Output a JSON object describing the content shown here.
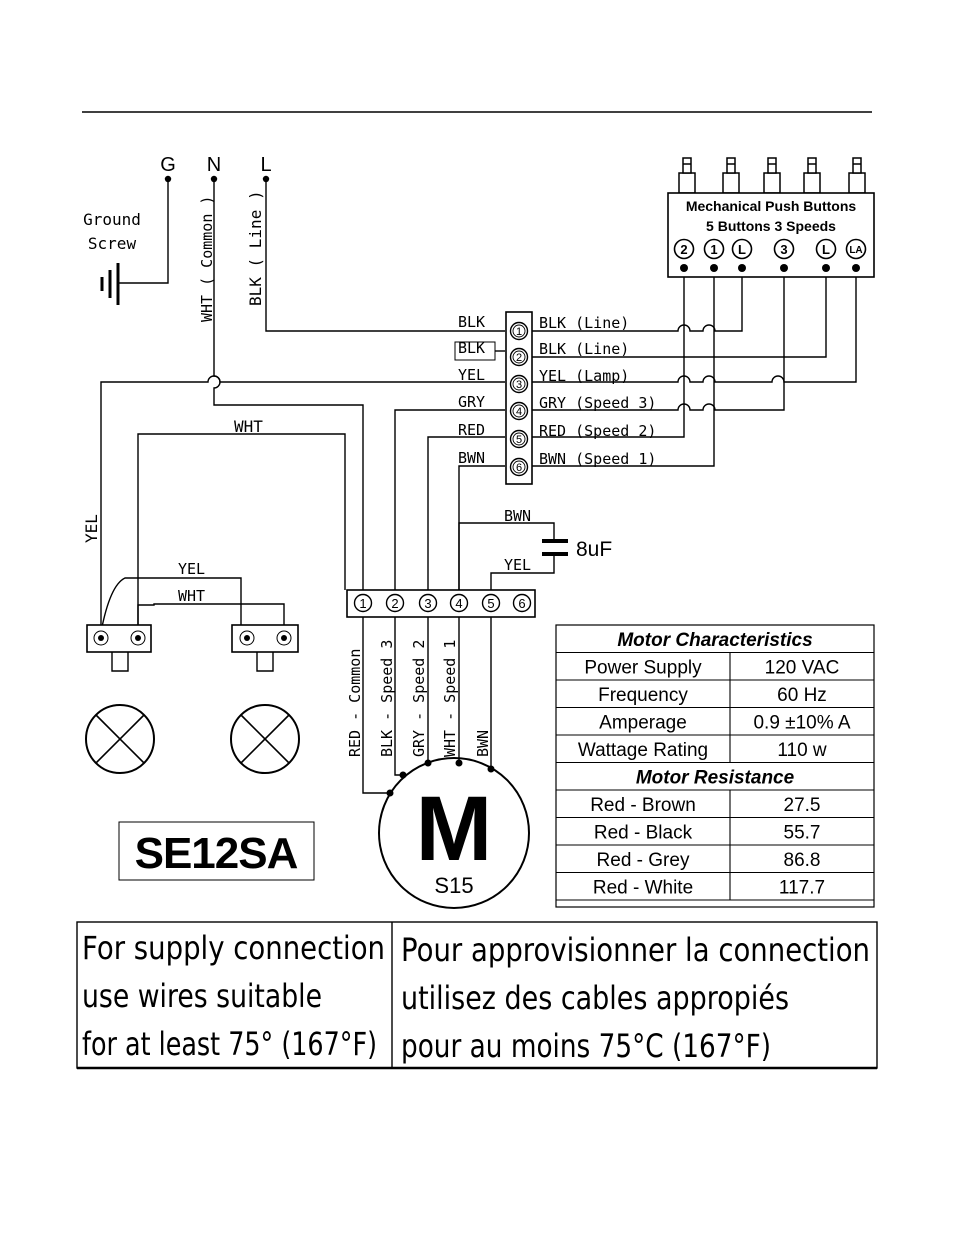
{
  "supply": {
    "g": "G",
    "n": "N",
    "l": "L",
    "ground_line1": "Ground",
    "ground_line2": "Screw",
    "wht_common": "WHT ( Common )",
    "blk_line": "BLK ( Line )"
  },
  "buttons_panel": {
    "title1": "Mechanical Push Buttons",
    "title2": "5 Buttons  3 Speeds",
    "buttons": [
      "2",
      "1",
      "L",
      "3",
      "L",
      "LA"
    ]
  },
  "terminal_block": {
    "left_labels": [
      "BLK",
      "BLK",
      "YEL",
      "GRY",
      "RED",
      "BWN"
    ],
    "numbers": [
      "1",
      "2",
      "3",
      "4",
      "5",
      "6"
    ],
    "right_labels": [
      "BLK (Line)",
      "BLK (Line)",
      "YEL (Lamp)",
      "GRY (Speed 3)",
      "RED (Speed 2)",
      "BWN (Speed 1)"
    ]
  },
  "wires": {
    "wht": "WHT",
    "yel_vertical": "YEL",
    "yel_lamp": "YEL",
    "wht_lamp": "WHT",
    "bwn_cap": "BWN",
    "yel_cap": "YEL",
    "capacitor": "8uF"
  },
  "motor_terminal": {
    "numbers": [
      "1",
      "2",
      "3",
      "4",
      "5",
      "6"
    ],
    "leads": [
      "RED - Common",
      "BLK - Speed 3",
      "GRY - Speed 2",
      "WHT - Speed 1",
      "BWN"
    ]
  },
  "motor": {
    "letter": "M",
    "model": "S15"
  },
  "model_label": "SE12SA",
  "motor_characteristics": {
    "title": "Motor Characteristics",
    "rows": [
      {
        "label": "Power Supply",
        "value": "120 VAC"
      },
      {
        "label": "Frequency",
        "value": "60 Hz"
      },
      {
        "label": "Amperage",
        "value": "0.9 ±10% A"
      },
      {
        "label": "Wattage Rating",
        "value": "110 w"
      }
    ]
  },
  "motor_resistance": {
    "title": "Motor Resistance",
    "rows": [
      {
        "label": "Red - Brown",
        "value": "27.5"
      },
      {
        "label": "Red - Black",
        "value": "55.7"
      },
      {
        "label": "Red - Grey",
        "value": "86.8"
      },
      {
        "label": "Red - White",
        "value": "117.7"
      }
    ]
  },
  "notice": {
    "en": [
      "For supply connection",
      "use wires suitable",
      "for at least 75° (167°F)"
    ],
    "fr": [
      "Pour approvisionner la connection",
      "utilisez des cables appropiés",
      "pour au moins 75°C (167°F)"
    ]
  }
}
